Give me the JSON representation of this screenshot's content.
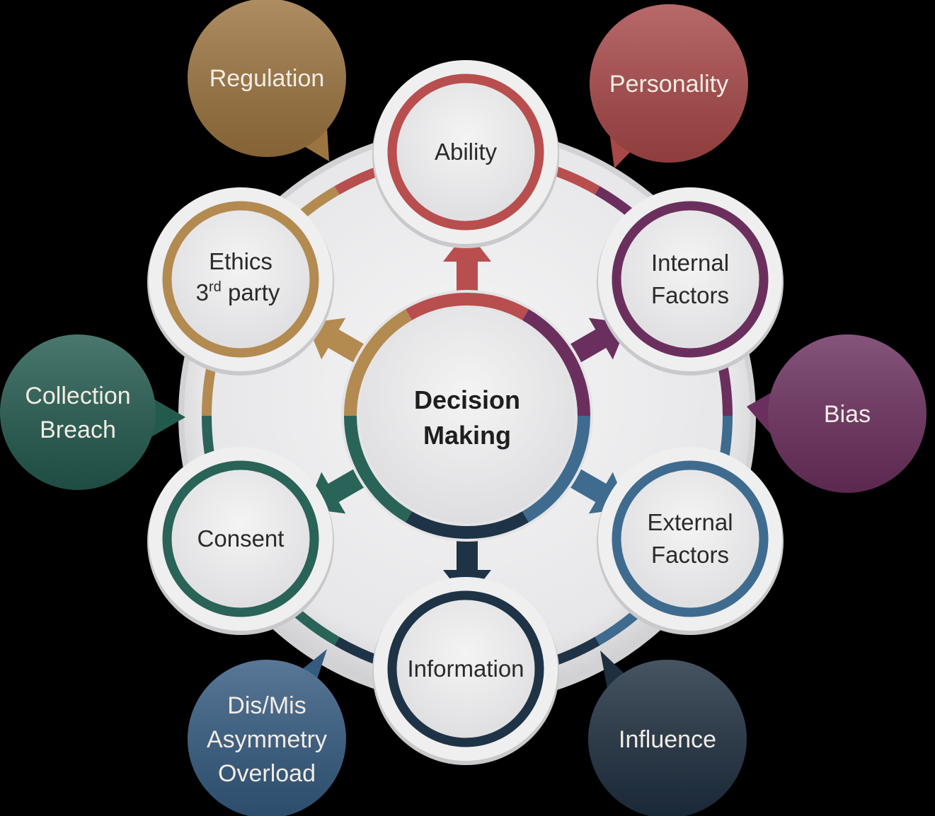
{
  "center": {
    "line1": "Decision",
    "line2": "Making"
  },
  "nodes": [
    {
      "id": "ability",
      "lines": [
        "Ability"
      ],
      "color": "#b84e4e"
    },
    {
      "id": "internal-factors",
      "lines": [
        "Internal",
        "Factors"
      ],
      "color": "#6b2f5e"
    },
    {
      "id": "external-factors",
      "lines": [
        "External",
        "Factors"
      ],
      "color": "#3f6b8f"
    },
    {
      "id": "information",
      "lines": [
        "Information"
      ],
      "color": "#1f3346"
    },
    {
      "id": "consent",
      "lines": [
        "Consent"
      ],
      "color": "#2a6358"
    },
    {
      "id": "ethics-3rd-party",
      "lines": [
        "Ethics",
        "3",
        "rd",
        " party"
      ],
      "color": "#b38a50"
    }
  ],
  "bubbles": [
    {
      "id": "regulation",
      "lines": [
        "Regulation"
      ],
      "color": "#9c7440"
    },
    {
      "id": "personality",
      "lines": [
        "Personality"
      ],
      "color": "#a84848"
    },
    {
      "id": "bias",
      "lines": [
        "Bias"
      ],
      "color": "#6b2f5e"
    },
    {
      "id": "influence",
      "lines": [
        "Influence"
      ],
      "color": "#1e2f40"
    },
    {
      "id": "dis-mis-asymmetry-overload",
      "lines": [
        "Dis/Mis",
        "Asymmetry",
        "Overload"
      ],
      "color": "#345a80"
    },
    {
      "id": "collection-breach",
      "lines": [
        "Collection",
        "Breach"
      ],
      "color": "#235a4e"
    }
  ]
}
